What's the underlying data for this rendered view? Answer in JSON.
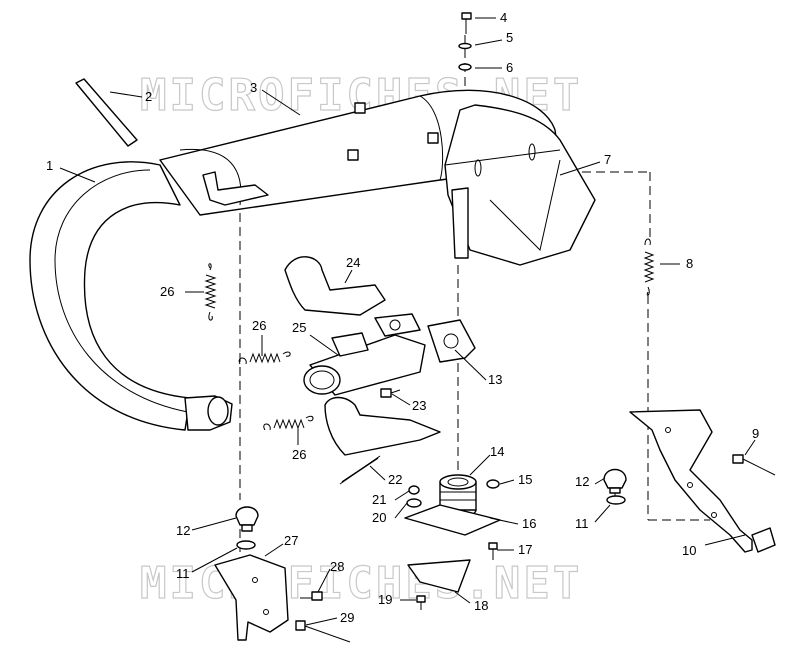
{
  "watermark": "MICROFICHES.NET",
  "callouts": {
    "c1": "1",
    "c2": "2",
    "c3": "3",
    "c4": "4",
    "c5": "5",
    "c6": "6",
    "c7": "7",
    "c8": "8",
    "c9": "9",
    "c10": "10",
    "c11a": "11",
    "c11b": "11",
    "c12a": "12",
    "c12b": "12",
    "c13": "13",
    "c14": "14",
    "c15": "15",
    "c16": "16",
    "c17": "17",
    "c18": "18",
    "c19": "19",
    "c20": "20",
    "c21": "21",
    "c22": "22",
    "c23": "23",
    "c24": "24",
    "c25": "25",
    "c26a": "26",
    "c26b": "26",
    "c26c": "26",
    "c27": "27",
    "c28": "28",
    "c29": "29"
  }
}
